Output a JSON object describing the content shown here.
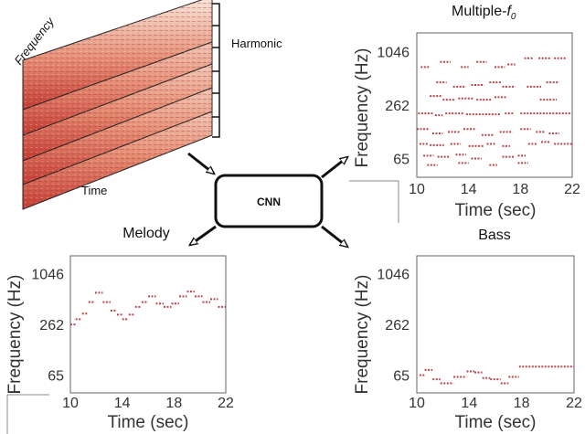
{
  "diagram": {
    "cnn_label": "CNN",
    "harmonic_label": "Harmonic",
    "frequency_label": "Frequency",
    "time_label": "Time",
    "arrow_color": "#111111",
    "note_color": "#b5474b",
    "spectrogram_colors": [
      "#f7e6dc",
      "#e58f75",
      "#c43c33"
    ]
  },
  "panels": [
    {
      "id": "multiple-f0",
      "title": "Multiple-",
      "title_sub": "f",
      "title_subsub": "0",
      "xlabel": "Time (sec)",
      "ylabel": "Frequency (Hz)",
      "xticks": [
        "10",
        "14",
        "18",
        "22"
      ],
      "yticks": [
        "1046",
        "262",
        "65"
      ]
    },
    {
      "id": "melody",
      "title": "Melody",
      "xlabel": "Time (sec)",
      "ylabel": "Frequency (Hz)",
      "xticks": [
        "10",
        "14",
        "18",
        "22"
      ],
      "yticks": [
        "1046",
        "262",
        "65"
      ]
    },
    {
      "id": "bass",
      "title": "Bass",
      "xlabel": "Time (sec)",
      "ylabel": "Frequency (Hz)",
      "xticks": [
        "10",
        "14",
        "18",
        "22"
      ],
      "yticks": [
        "1046",
        "262",
        "65"
      ]
    }
  ],
  "chart_data": [
    {
      "type": "scatter",
      "title": "Multiple-f0",
      "xlabel": "Time (sec)",
      "ylabel": "Frequency (Hz)",
      "xlim": [
        10,
        22
      ],
      "yscale": "log",
      "yticks": [
        65,
        262,
        1046
      ],
      "segments": [
        [
          10.1,
          11.3,
          210
        ],
        [
          11.4,
          12.0,
          200
        ],
        [
          12.2,
          13.6,
          210
        ],
        [
          13.8,
          16.5,
          205
        ],
        [
          16.8,
          17.5,
          210
        ],
        [
          18.0,
          22.0,
          210
        ],
        [
          11.0,
          12.0,
          330
        ],
        [
          12.0,
          13.0,
          300
        ],
        [
          13.2,
          14.4,
          310
        ],
        [
          14.6,
          15.8,
          300
        ],
        [
          16.0,
          17.0,
          320
        ],
        [
          19.5,
          20.8,
          300
        ],
        [
          11.5,
          12.3,
          470
        ],
        [
          12.8,
          13.8,
          420
        ],
        [
          14.2,
          15.2,
          440
        ],
        [
          15.6,
          16.5,
          470
        ],
        [
          16.6,
          17.6,
          420
        ],
        [
          18.5,
          19.6,
          420
        ],
        [
          20.0,
          21.0,
          470
        ],
        [
          10.3,
          11.0,
          700
        ],
        [
          11.8,
          12.6,
          800
        ],
        [
          13.4,
          14.0,
          700
        ],
        [
          14.6,
          15.4,
          800
        ],
        [
          16.0,
          16.8,
          700
        ],
        [
          17.0,
          17.6,
          750
        ],
        [
          18.3,
          19.0,
          880
        ],
        [
          19.4,
          20.3,
          880
        ],
        [
          20.6,
          21.6,
          880
        ],
        [
          10.0,
          11.0,
          140
        ],
        [
          11.2,
          12.0,
          125
        ],
        [
          12.4,
          13.3,
          130
        ],
        [
          13.6,
          14.6,
          140
        ],
        [
          15.0,
          16.0,
          120
        ],
        [
          16.4,
          17.4,
          130
        ],
        [
          18.0,
          18.8,
          140
        ],
        [
          19.2,
          19.9,
          130
        ],
        [
          20.2,
          21.0,
          125
        ],
        [
          10.2,
          10.9,
          95
        ],
        [
          11.0,
          12.1,
          92
        ],
        [
          12.6,
          13.4,
          95
        ],
        [
          14.0,
          15.2,
          90
        ],
        [
          15.4,
          16.1,
          95
        ],
        [
          16.6,
          17.2,
          90
        ],
        [
          18.6,
          19.3,
          95
        ],
        [
          19.6,
          20.3,
          100
        ],
        [
          20.6,
          22.0,
          95
        ],
        [
          10.5,
          11.3,
          70
        ],
        [
          11.6,
          12.6,
          68
        ],
        [
          13.0,
          13.8,
          72
        ],
        [
          14.2,
          15.0,
          65
        ],
        [
          16.6,
          17.5,
          68
        ],
        [
          17.8,
          18.4,
          70
        ],
        [
          10.8,
          11.6,
          55
        ],
        [
          13.2,
          14.0,
          58
        ],
        [
          15.6,
          16.2,
          55
        ],
        [
          17.8,
          18.6,
          58
        ]
      ]
    },
    {
      "type": "scatter",
      "title": "Melody",
      "xlabel": "Time (sec)",
      "ylabel": "Frequency (Hz)",
      "xlim": [
        10,
        22
      ],
      "yscale": "log",
      "yticks": [
        65,
        262,
        1046
      ],
      "segments": [
        [
          10.0,
          10.4,
          260
        ],
        [
          10.4,
          10.9,
          300
        ],
        [
          10.9,
          11.4,
          350
        ],
        [
          11.4,
          11.9,
          480
        ],
        [
          11.9,
          12.5,
          620
        ],
        [
          12.5,
          13.1,
          480
        ],
        [
          13.1,
          13.6,
          380
        ],
        [
          13.6,
          14.0,
          340
        ],
        [
          14.0,
          14.5,
          300
        ],
        [
          14.5,
          15.0,
          340
        ],
        [
          15.0,
          15.5,
          420
        ],
        [
          15.5,
          16.0,
          480
        ],
        [
          16.0,
          16.6,
          560
        ],
        [
          16.6,
          17.2,
          460
        ],
        [
          17.2,
          17.8,
          420
        ],
        [
          17.8,
          18.4,
          460
        ],
        [
          18.4,
          19.0,
          560
        ],
        [
          19.0,
          19.6,
          640
        ],
        [
          19.6,
          20.2,
          560
        ],
        [
          20.2,
          20.8,
          480
        ],
        [
          20.8,
          21.4,
          520
        ],
        [
          21.4,
          22.0,
          420
        ]
      ]
    },
    {
      "type": "scatter",
      "title": "Bass",
      "xlabel": "Time (sec)",
      "ylabel": "Frequency (Hz)",
      "xlim": [
        10,
        22
      ],
      "yscale": "log",
      "yticks": [
        65,
        262,
        1046
      ],
      "segments": [
        [
          10.2,
          10.6,
          65
        ],
        [
          10.6,
          11.2,
          75
        ],
        [
          11.2,
          11.8,
          58
        ],
        [
          11.8,
          12.8,
          52
        ],
        [
          12.8,
          13.8,
          62
        ],
        [
          13.8,
          14.4,
          72
        ],
        [
          14.4,
          15.0,
          70
        ],
        [
          15.0,
          15.6,
          60
        ],
        [
          15.6,
          16.4,
          58
        ],
        [
          16.4,
          17.0,
          52
        ],
        [
          17.0,
          17.8,
          62
        ],
        [
          17.8,
          20.0,
          82
        ],
        [
          20.0,
          22.0,
          82
        ]
      ]
    }
  ]
}
